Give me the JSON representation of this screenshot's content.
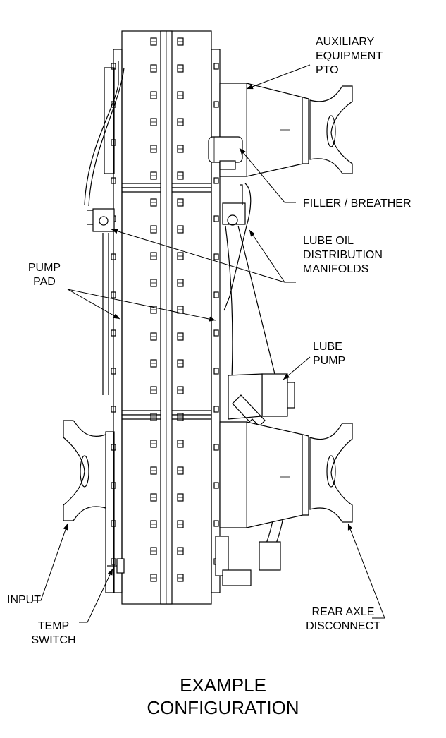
{
  "labels": {
    "aux_pto": [
      "AUXILIARY",
      "EQUIPMENT",
      "PTO"
    ],
    "filler_breather": "FILLER / BREATHER",
    "lube_oil": [
      "LUBE OIL",
      "DISTRIBUTION",
      "MANIFOLDS"
    ],
    "pump_pad": [
      "PUMP",
      "PAD"
    ],
    "lube_pump": [
      "LUBE",
      "PUMP"
    ],
    "input": "INPUT",
    "temp_switch": [
      "TEMP",
      "SWITCH"
    ],
    "rear_axle": [
      "REAR AXLE",
      "DISCONNECT"
    ]
  },
  "caption": [
    "EXAMPLE",
    "CONFIGURATION"
  ]
}
